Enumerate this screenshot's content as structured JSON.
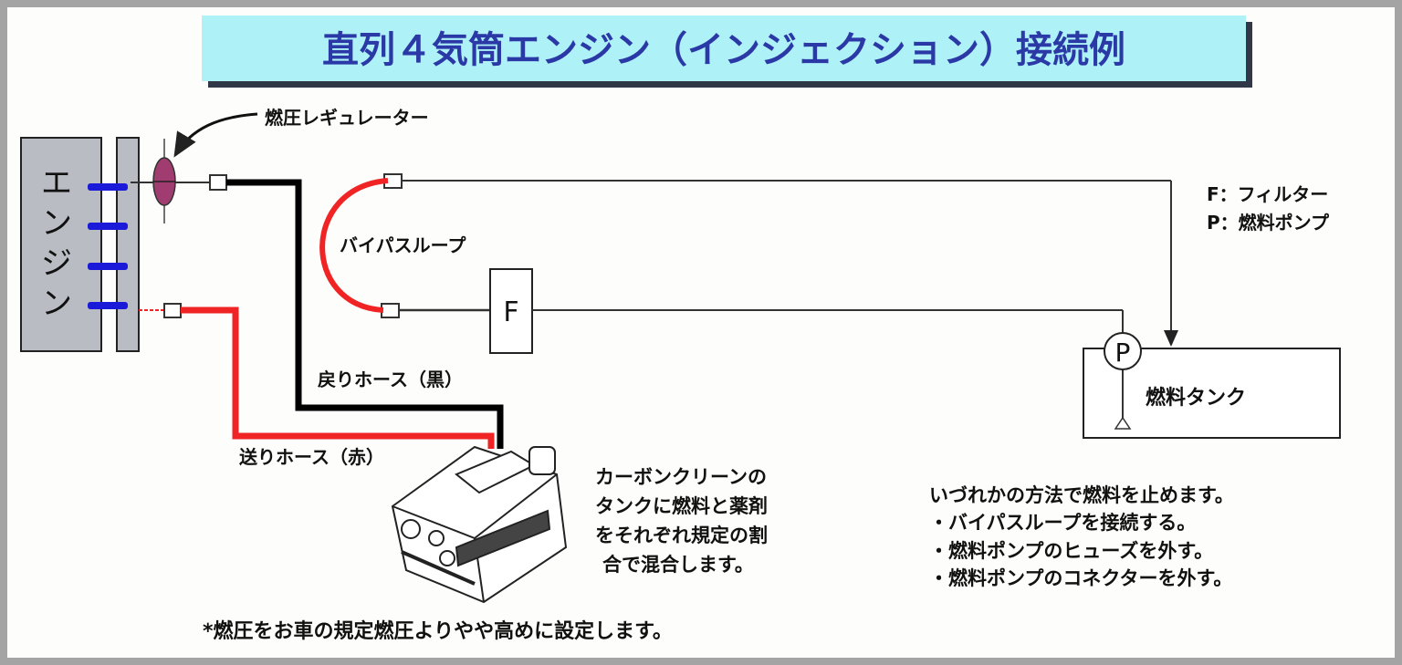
{
  "title": "直列４気筒エンジン（インジェクション）接続例",
  "engine": {
    "label_chars": [
      "エ",
      "ン",
      "ジ",
      "ン"
    ]
  },
  "labels": {
    "regulator": "燃圧レギュレーター",
    "bypass_loop": "バイパスループ",
    "return_hose": "戻りホース（黒）",
    "feed_hose": "送りホース（赤）",
    "filter_box": "F",
    "pump_circle": "P",
    "fuel_tank": "燃料タンク"
  },
  "legend": [
    "F：フィルター",
    "P：燃料ポンプ"
  ],
  "machine_note": [
    "カーボンクリーンの",
    "タンクに燃料と薬剤",
    "をそれぞれ規定の割",
    "合で混合します。"
  ],
  "stop_fuel_note": [
    "いづれかの方法で燃料を止めます。",
    "・バイパスループを接続する。",
    "・燃料ポンプのヒューズを外す。",
    "・燃料ポンプのコネクターを外す。"
  ],
  "footnote": "*燃圧をお車の規定燃圧よりやや高めに設定します。",
  "colors": {
    "title_bg": "#aef2f8",
    "title_text": "#2b39a6",
    "feed_hose": "#f02424",
    "return_hose": "#000000",
    "injector": "#1a1ad8",
    "regulator": "#a03c70",
    "engine": "#b9bcc3"
  }
}
